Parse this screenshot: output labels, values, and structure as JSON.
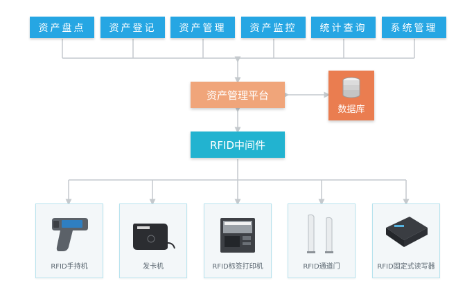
{
  "modules": [
    "资产盘点",
    "资产登记",
    "资产管理",
    "资产监控",
    "统计查询",
    "系统管理"
  ],
  "platform": "资产管理平台",
  "database": {
    "label": "数据库",
    "icon": "database-icon"
  },
  "middleware": "RFID中间件",
  "devices": [
    {
      "label": "RFID手持机",
      "icon": "handheld-reader-icon"
    },
    {
      "label": "发卡机",
      "icon": "card-issuer-icon"
    },
    {
      "label": "RFID标签打印机",
      "icon": "label-printer-icon"
    },
    {
      "label": "RFID通道门",
      "icon": "gate-antenna-icon"
    },
    {
      "label": "RFID固定式读写器",
      "icon": "fixed-reader-icon"
    }
  ],
  "colors": {
    "module": "#26a6e3",
    "platform": "#f0a57a",
    "middleware": "#22b3d0",
    "database": "#ea7d50",
    "connector": "#c4c9cd"
  }
}
